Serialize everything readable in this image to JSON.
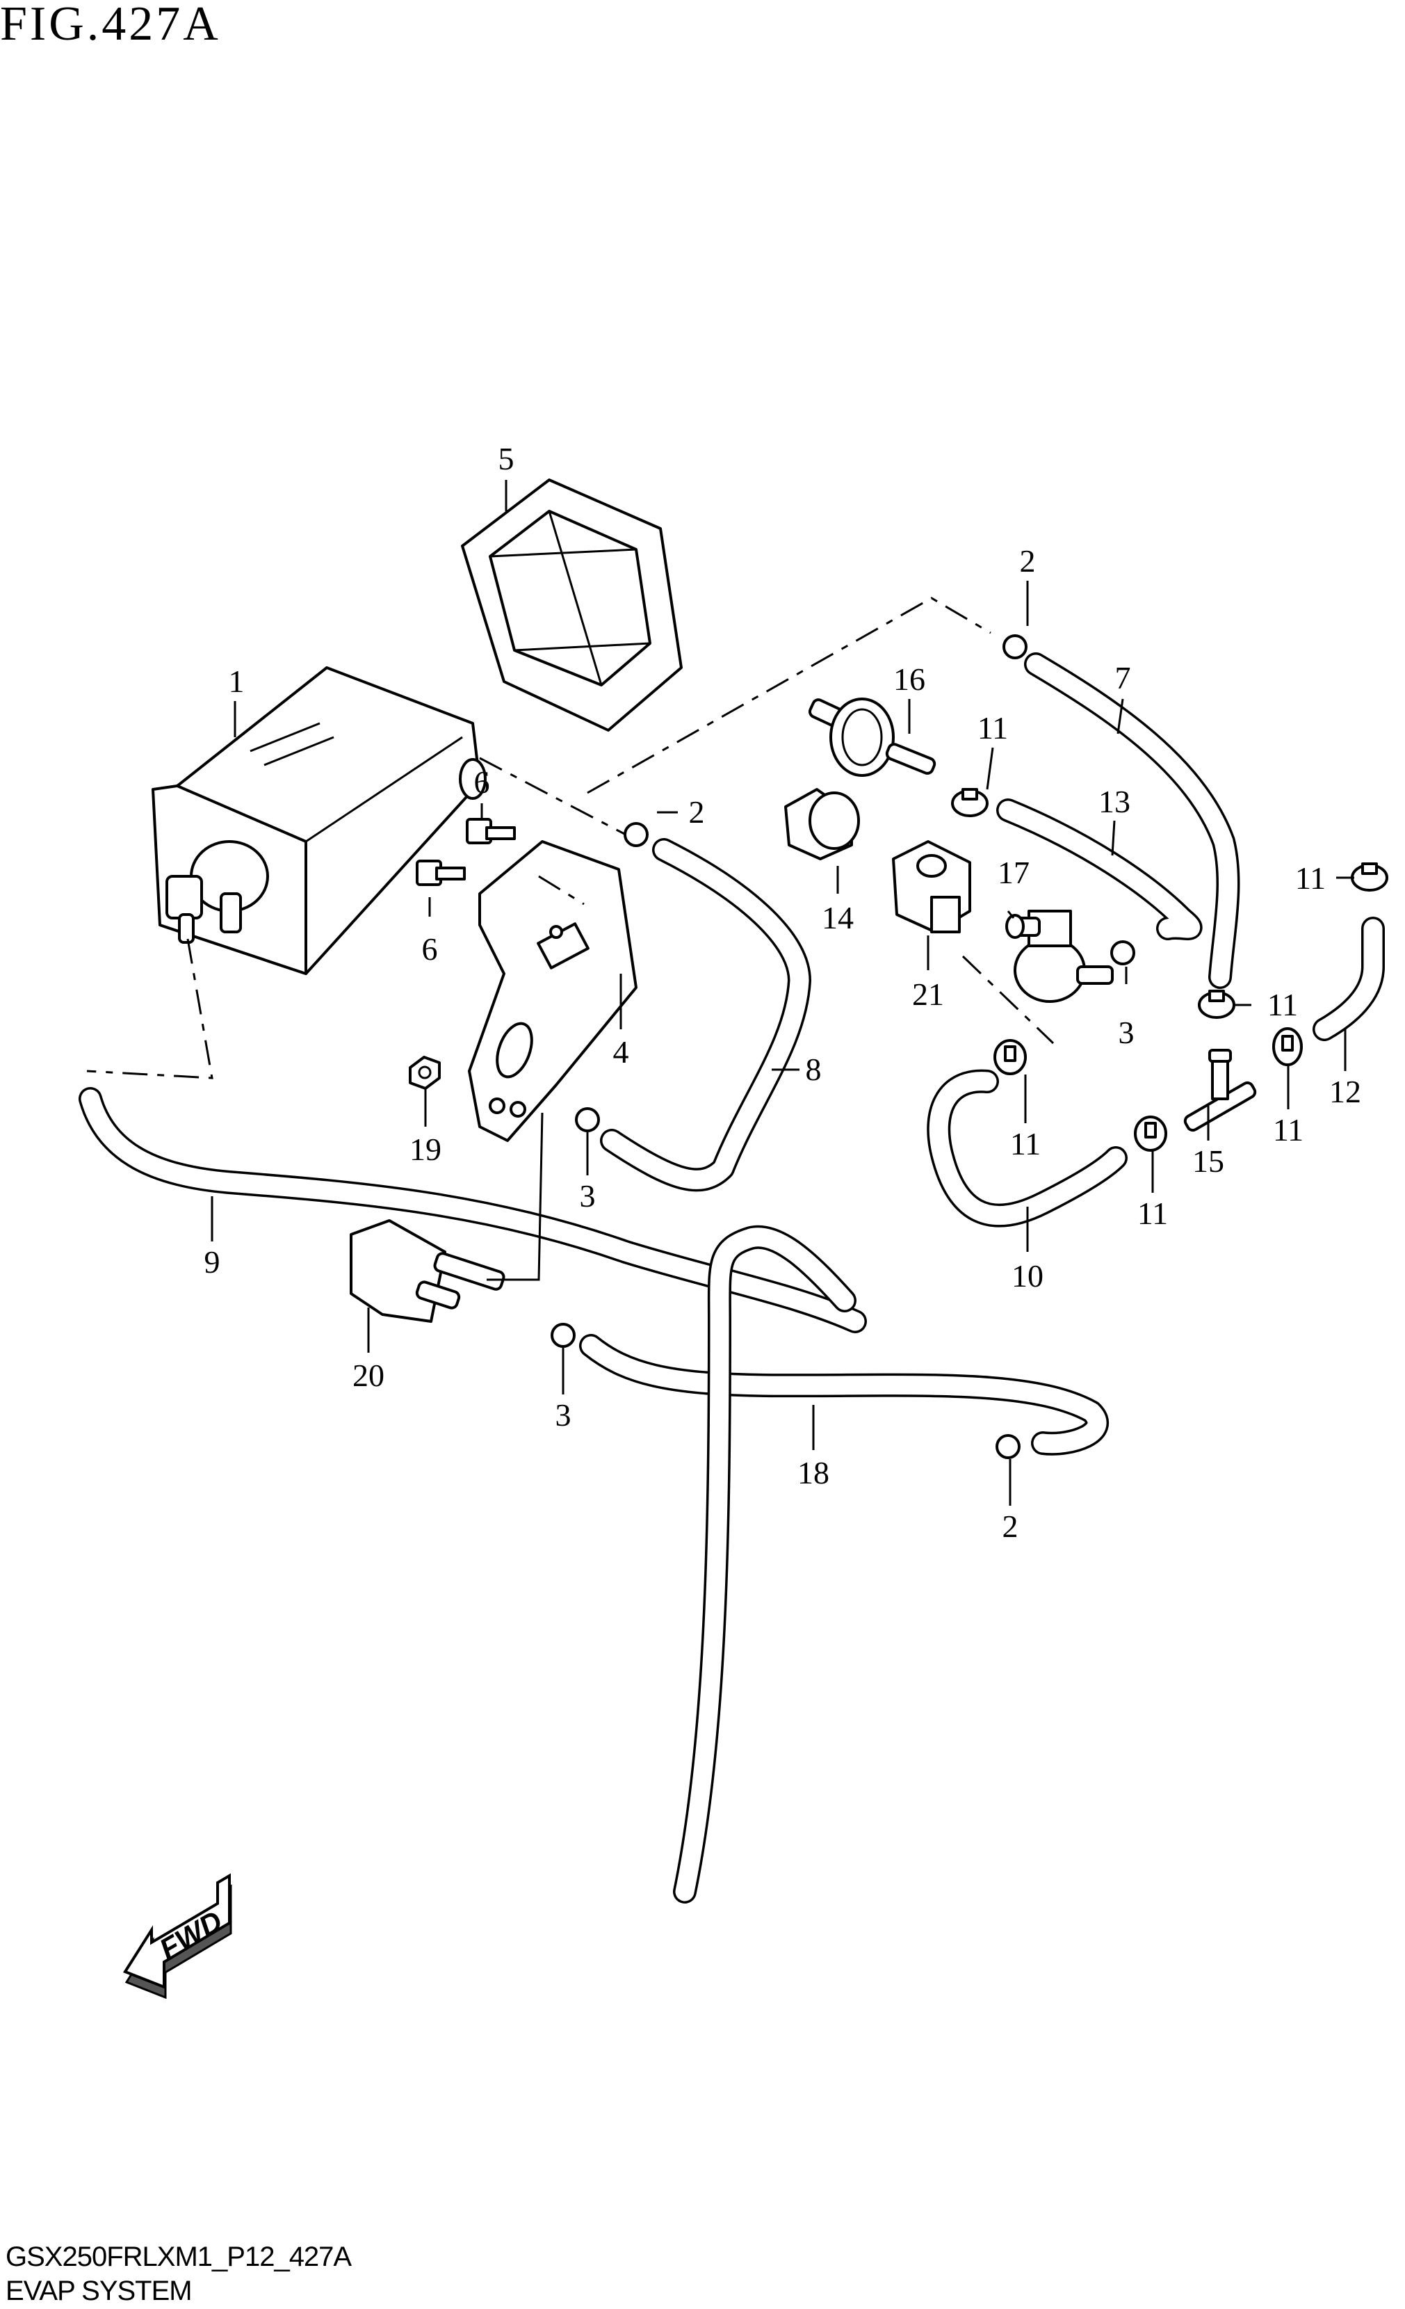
{
  "figure": {
    "title": "FIG.427A",
    "footer_code": "GSX250FRLXM1_P12_427A",
    "footer_system": "EVAP SYSTEM",
    "fwd_label": "FWD"
  },
  "callouts": [
    {
      "id": "c1",
      "label": "1"
    },
    {
      "id": "c2a",
      "label": "2"
    },
    {
      "id": "c2b",
      "label": "2"
    },
    {
      "id": "c2c",
      "label": "2"
    },
    {
      "id": "c3a",
      "label": "3"
    },
    {
      "id": "c3b",
      "label": "3"
    },
    {
      "id": "c3c",
      "label": "3"
    },
    {
      "id": "c4",
      "label": "4"
    },
    {
      "id": "c5",
      "label": "5"
    },
    {
      "id": "c6a",
      "label": "6"
    },
    {
      "id": "c6b",
      "label": "6"
    },
    {
      "id": "c7",
      "label": "7"
    },
    {
      "id": "c8",
      "label": "8"
    },
    {
      "id": "c9",
      "label": "9"
    },
    {
      "id": "c10",
      "label": "10"
    },
    {
      "id": "c11a",
      "label": "11"
    },
    {
      "id": "c11b",
      "label": "11"
    },
    {
      "id": "c11c",
      "label": "11"
    },
    {
      "id": "c11d",
      "label": "11"
    },
    {
      "id": "c11e",
      "label": "11"
    },
    {
      "id": "c11f",
      "label": "11"
    },
    {
      "id": "c12",
      "label": "12"
    },
    {
      "id": "c13",
      "label": "13"
    },
    {
      "id": "c14",
      "label": "14"
    },
    {
      "id": "c15",
      "label": "15"
    },
    {
      "id": "c16",
      "label": "16"
    },
    {
      "id": "c17",
      "label": "17"
    },
    {
      "id": "c18",
      "label": "18"
    },
    {
      "id": "c19",
      "label": "19"
    },
    {
      "id": "c20",
      "label": "20"
    },
    {
      "id": "c21",
      "label": "21"
    }
  ]
}
